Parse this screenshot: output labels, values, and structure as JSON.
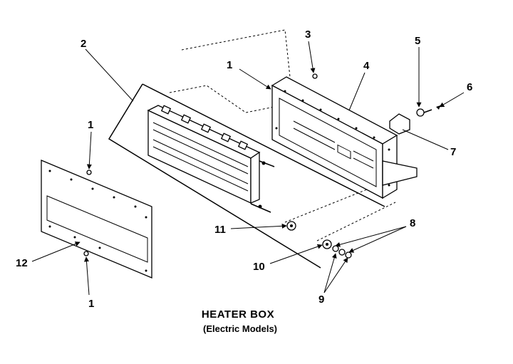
{
  "diagram": {
    "title": "HEATER BOX",
    "subtitle": "(Electric Models)"
  },
  "callouts": {
    "c1_top_left": "1",
    "c1_front_top": "1",
    "c1_front_bottom": "1",
    "c2": "2",
    "c3": "3",
    "c4": "4",
    "c5": "5",
    "c6": "6",
    "c7": "7",
    "c8": "8",
    "c9": "9",
    "c10": "10",
    "c11": "11",
    "c12": "12"
  },
  "icons": {
    "arrowhead": "arrowhead-icon"
  }
}
